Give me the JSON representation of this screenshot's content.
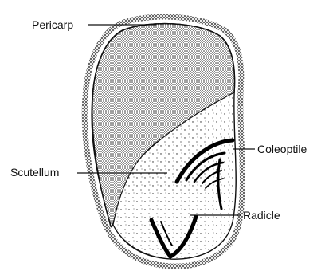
{
  "labels": {
    "pericarp": "Pericarp",
    "coleoptile": "Coleoptile",
    "scutellum": "Scutellum",
    "radicle": "Radicle"
  }
}
